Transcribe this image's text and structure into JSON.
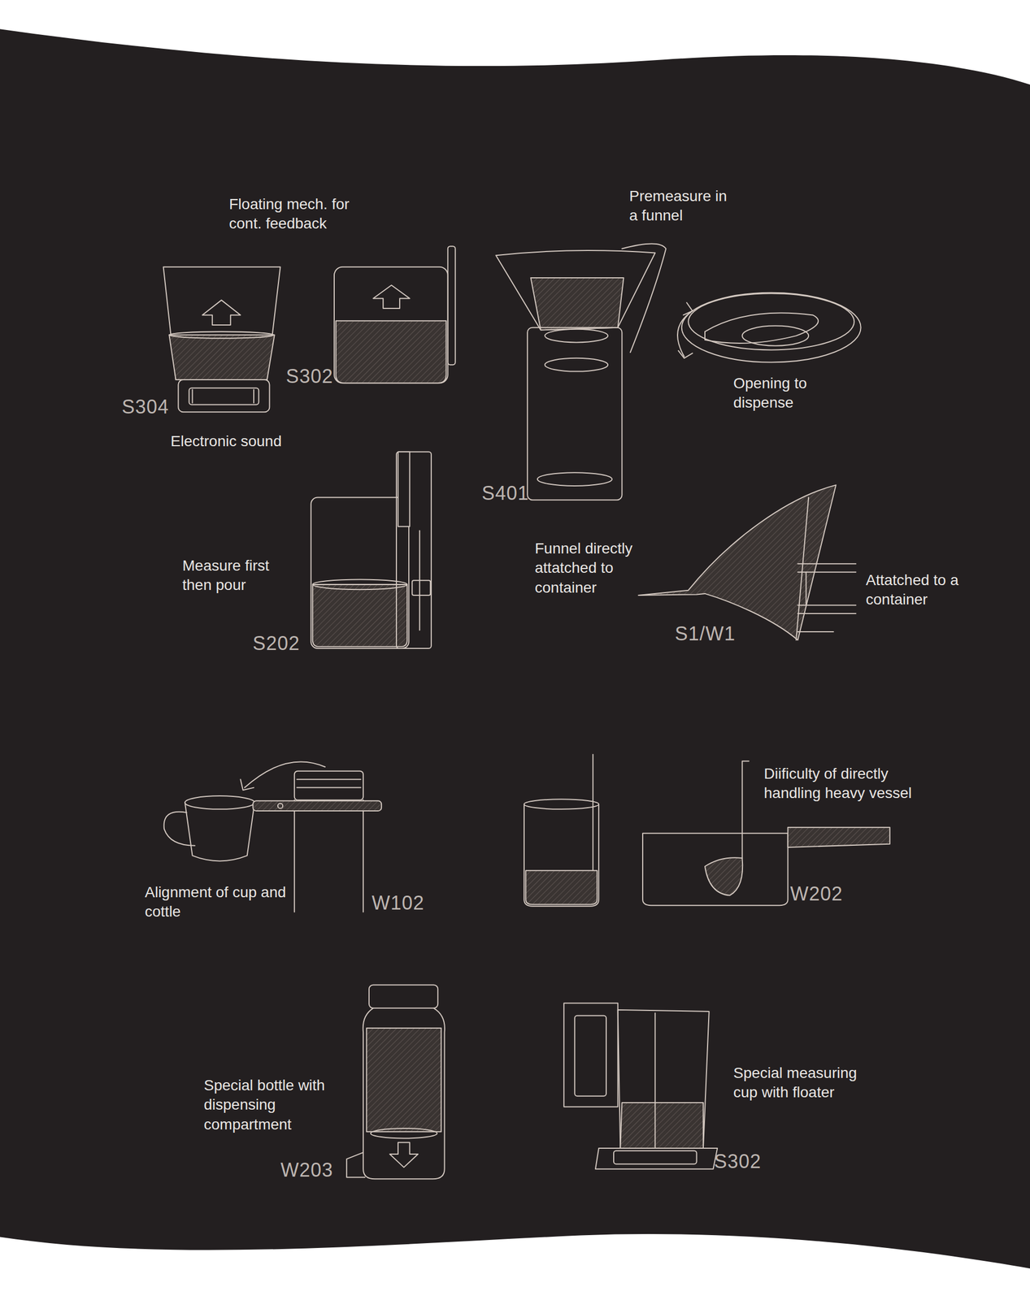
{
  "diagram": {
    "labels": [
      "Floating mech. for cont. feedback",
      "Premeasure in a funnel",
      "S302",
      "S304",
      "Opening to dispense",
      "Electronic sound",
      "S401",
      "Funnel directly attatched to container",
      "Measure first then pour",
      "Attatched to a container",
      "S202",
      "S1/W1",
      "Diificulty of directly handling heavy vessel",
      "W202",
      "Alignment of cup and cottle",
      "W102",
      "Special measuring cup with floater",
      "Special bottle with dispensing compartment",
      "S302",
      "W203"
    ]
  }
}
